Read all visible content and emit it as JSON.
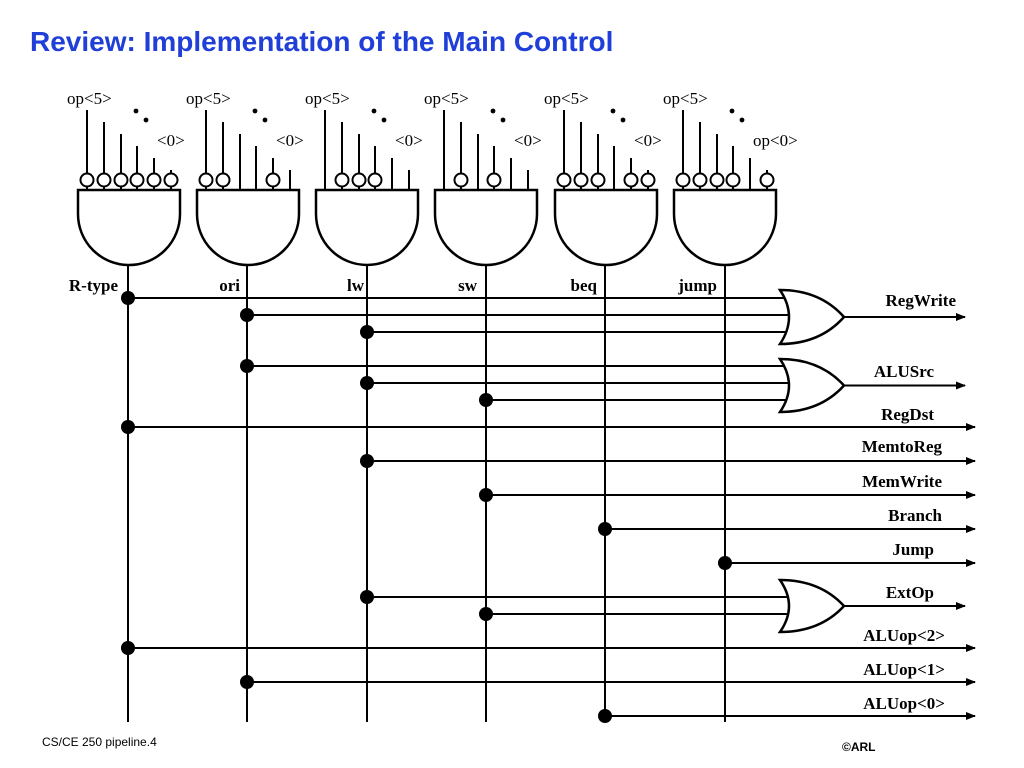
{
  "title": "Review: Implementation of the Main Control",
  "gates": [
    {
      "name": "R-type",
      "top_label": "op<5>",
      "bottom_label": "<0>",
      "inverted": [
        true,
        true,
        true,
        true,
        true,
        true
      ]
    },
    {
      "name": "ori",
      "top_label": "op<5>",
      "bottom_label": "<0>",
      "inverted": [
        true,
        true,
        false,
        false,
        true,
        false
      ]
    },
    {
      "name": "lw",
      "top_label": "op<5>",
      "bottom_label": "<0>",
      "inverted": [
        false,
        true,
        true,
        true,
        false,
        false
      ]
    },
    {
      "name": "sw",
      "top_label": "op<5>",
      "bottom_label": "<0>",
      "inverted": [
        false,
        true,
        false,
        true,
        false,
        false
      ]
    },
    {
      "name": "beq",
      "top_label": "op<5>",
      "bottom_label": "<0>",
      "inverted": [
        true,
        true,
        true,
        false,
        true,
        true
      ]
    },
    {
      "name": "jump",
      "top_label": "op<5>",
      "bottom_label": "op<0>",
      "inverted": [
        true,
        true,
        true,
        true,
        false,
        true
      ]
    }
  ],
  "outputs": [
    {
      "name": "RegWrite",
      "sources": [
        "R-type",
        "ori",
        "lw"
      ]
    },
    {
      "name": "ALUSrc",
      "sources": [
        "ori",
        "lw",
        "sw"
      ]
    },
    {
      "name": "RegDst",
      "sources": [
        "R-type"
      ]
    },
    {
      "name": "MemtoReg",
      "sources": [
        "lw"
      ]
    },
    {
      "name": "MemWrite",
      "sources": [
        "sw"
      ]
    },
    {
      "name": "Branch",
      "sources": [
        "beq"
      ]
    },
    {
      "name": "Jump",
      "sources": [
        "jump"
      ]
    },
    {
      "name": "ExtOp",
      "sources": [
        "lw",
        "sw"
      ]
    },
    {
      "name": "ALUop<2>",
      "sources": [
        "R-type"
      ]
    },
    {
      "name": "ALUop<1>",
      "sources": [
        "ori"
      ]
    },
    {
      "name": "ALUop<0>",
      "sources": [
        "beq"
      ]
    }
  ],
  "footer": {
    "left": "CS/CE 250 pipeline.4",
    "right": "©ARL"
  }
}
